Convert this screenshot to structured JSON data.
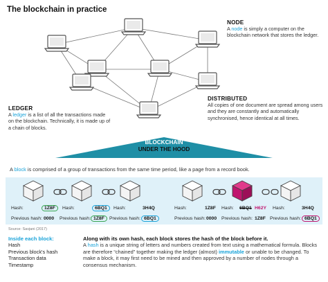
{
  "title": "The blockchain in practice",
  "node": {
    "heading": "NODE",
    "text_a": "A ",
    "keyword": "node",
    "text_b": " is simply a computer on the blockchain network that stores the ledger."
  },
  "ledger": {
    "heading": "LEDGER",
    "text_a": "A ",
    "keyword": "ledger",
    "text_b": " is a list of all the transactions made on the blockchain. Technically, it is made up of a chain of blocks."
  },
  "distributed": {
    "heading": "DISTRIBUTED",
    "text": "All copies of one document are spread among users and they are constantly and automatically synchronised, hence identical at all times."
  },
  "banner": {
    "line1": "BLOCKCHAIN",
    "line2": "UNDER THE HOOD"
  },
  "block_intro": {
    "text_a": "A ",
    "keyword": "block",
    "text_b": " is comprised of a group of transactions from the same time period, like a page from a record book."
  },
  "chain_left": {
    "blocks": [
      {
        "hash_label": "Hash:",
        "hash": "1Z8F",
        "prev_label": "Previous hash:",
        "prev": "0000"
      },
      {
        "hash_label": "Hash:",
        "hash": "6BQ1",
        "prev_label": "Previous hash:",
        "prev": "1Z8F"
      },
      {
        "hash_label": "Hash:",
        "hash": "3H4Q",
        "prev_label": "Previous hash:",
        "prev": "6BQ1"
      }
    ]
  },
  "chain_right": {
    "blocks": [
      {
        "hash_label": "Hash:",
        "hash": "1Z8F",
        "prev_label": "Previous hash:",
        "prev": "0000"
      },
      {
        "hash_label": "Hash:",
        "hash_old": "6BQ1",
        "hash": "H62Y",
        "prev_label": "Previous hash:",
        "prev": "1Z8F"
      },
      {
        "hash_label": "Hash:",
        "hash": "3H4Q",
        "prev_label": "Previous hash:",
        "prev": "6BQ1"
      }
    ]
  },
  "source": "Source: Savjani (2017)",
  "inside": {
    "title": "Inside each block:",
    "items": [
      "Hash",
      "Previous block's hash",
      "Transaction data",
      "Timestamp"
    ]
  },
  "bottom": {
    "heading": "Along with its own hash, each block stores the hash of the block before it.",
    "text_a": "A ",
    "keyword": "hash",
    "text_b": " is a unique string of letters and numbers created from text using a mathematical formula. Blocks are therefore “chained” together making the ledger (almost) ",
    "keyword2": "immutable",
    "text_c": " or unable to be changed. To make a block, it may first need to be mined and then approved by a number of nodes through a consensus mechanism."
  },
  "colors": {
    "accent_blue": "#1aa3d9",
    "hood_teal": "#1f8fa6",
    "chain_bg": "#dff1f9",
    "tampered_magenta": "#c0156e",
    "hash_green": "#36a34f"
  }
}
